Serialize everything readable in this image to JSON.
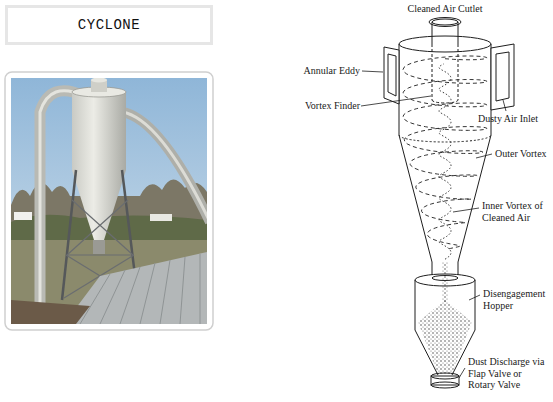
{
  "diagram": {
    "title": "CYCLONE",
    "labels": [
      "Cleaned Air Cutlet",
      "Annular Eddy",
      "Dusty Air Inlet",
      "Vortex Finder",
      "Outer Vortex",
      "Inner Vortex of Cleaned Air",
      "Disengagement Hopper",
      "Dust Discharge via Flap Valve or Rotary Valve"
    ]
  }
}
